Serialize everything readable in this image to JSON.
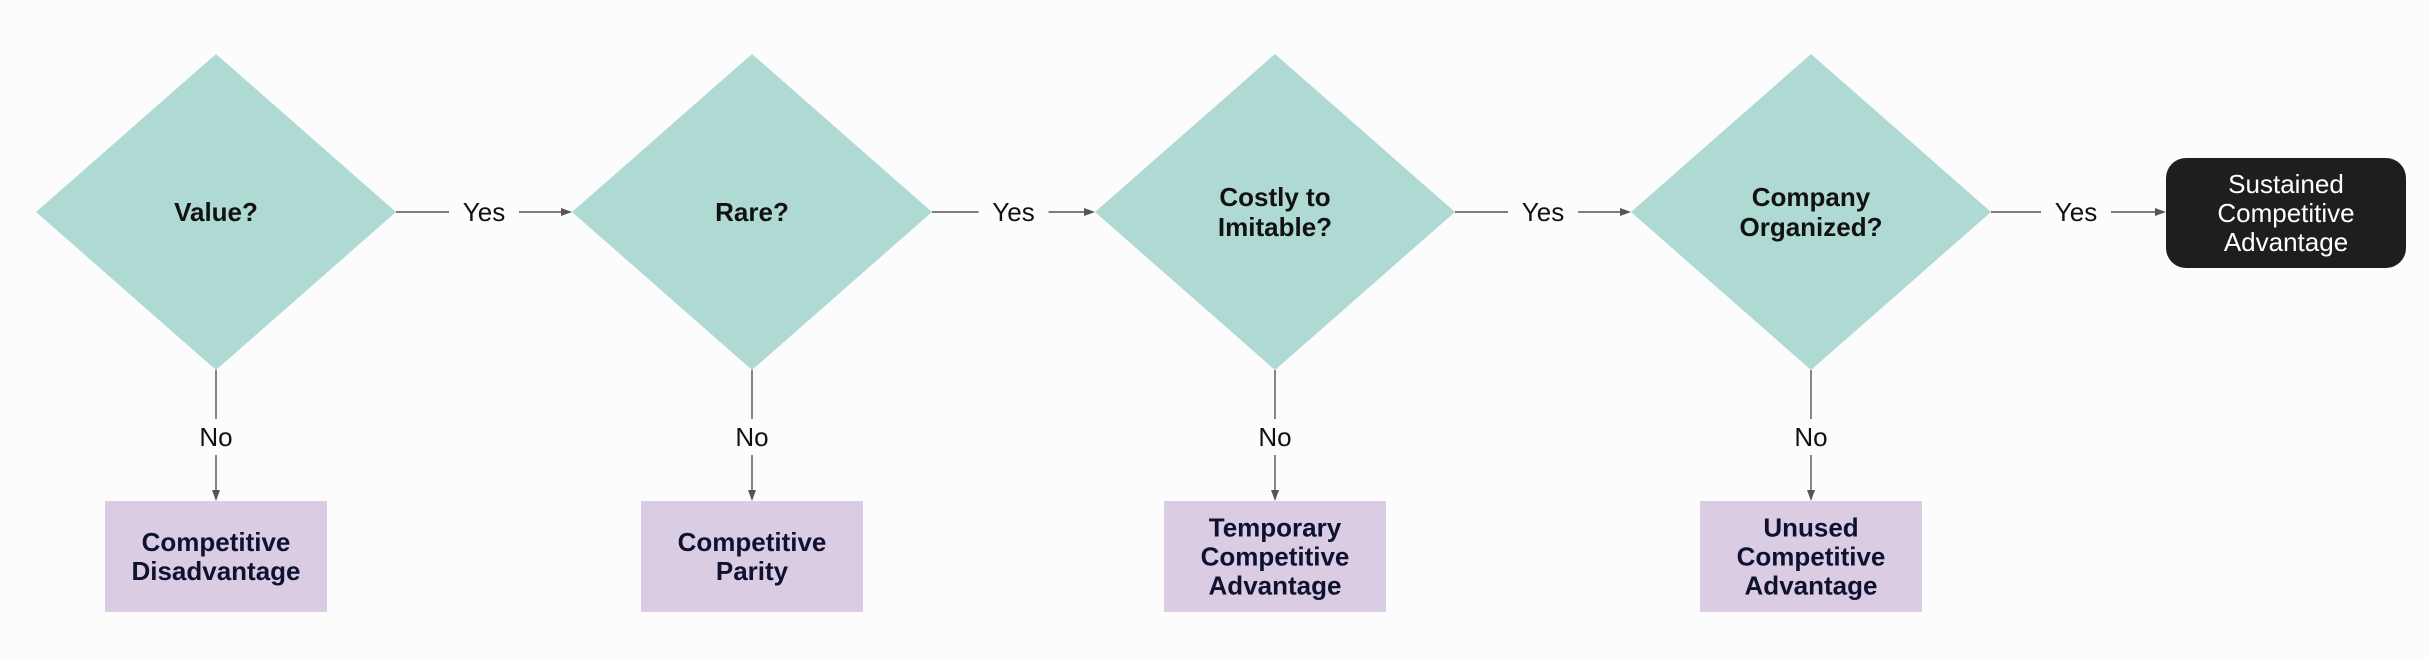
{
  "decisions": [
    {
      "id": "value",
      "lines": [
        "Value?"
      ]
    },
    {
      "id": "rare",
      "lines": [
        "Rare?"
      ]
    },
    {
      "id": "costly-to-imitable",
      "lines": [
        "Costly to",
        "Imitable?"
      ]
    },
    {
      "id": "company-organized",
      "lines": [
        "Company",
        "Organized?"
      ]
    }
  ],
  "outcomes": [
    {
      "id": "competitive-disadvantage",
      "lines": [
        "Competitive",
        "Disadvantage"
      ]
    },
    {
      "id": "competitive-parity",
      "lines": [
        "Competitive",
        "Parity"
      ]
    },
    {
      "id": "temporary-competitive-advantage",
      "lines": [
        "Temporary",
        "Competitive",
        "Advantage"
      ]
    },
    {
      "id": "unused-competitive-advantage",
      "lines": [
        "Unused",
        "Competitive",
        "Advantage"
      ]
    }
  ],
  "final": {
    "id": "sustained-competitive-advantage",
    "lines": [
      "Sustained",
      "Competitive",
      "Advantage"
    ]
  },
  "edge_labels": {
    "yes": "Yes",
    "no": "No"
  },
  "colors": {
    "decision_fill": "#aedad3",
    "outcome_fill": "#d9cce3",
    "final_fill": "#1e1e1e",
    "edge": "#555555"
  }
}
